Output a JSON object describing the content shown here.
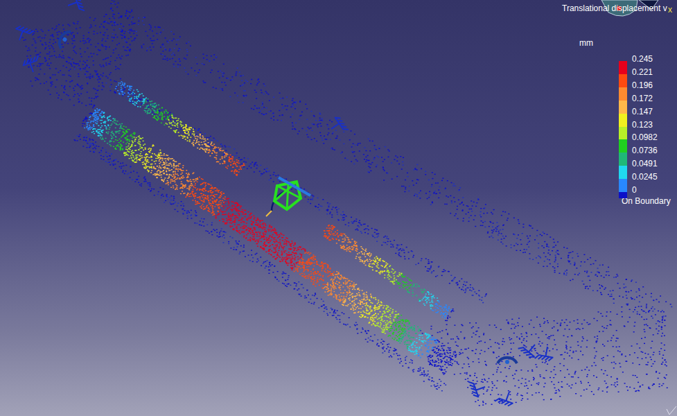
{
  "diagram": {
    "title": "Translational displacement v",
    "labels": [
      "mm",
      "On Boundary",
      "x"
    ],
    "legend": [
      {
        "text": "0.245",
        "color": "#e8001c"
      },
      {
        "text": "0.221",
        "color": "#ff4a10"
      },
      {
        "text": "0.196",
        "color": "#ff8a30"
      },
      {
        "text": "0.172",
        "color": "#ffb84a"
      },
      {
        "text": "0.147",
        "color": "#f0f020"
      },
      {
        "text": "0.123",
        "color": "#b8f028"
      },
      {
        "text": "0.0982",
        "color": "#20d020"
      },
      {
        "text": "0.0736",
        "color": "#20b878"
      },
      {
        "text": "0.0491",
        "color": "#20d8f0"
      },
      {
        "text": "0.0245",
        "color": "#2888ff"
      },
      {
        "text": "0",
        "color": "#0c10c8"
      }
    ]
  }
}
